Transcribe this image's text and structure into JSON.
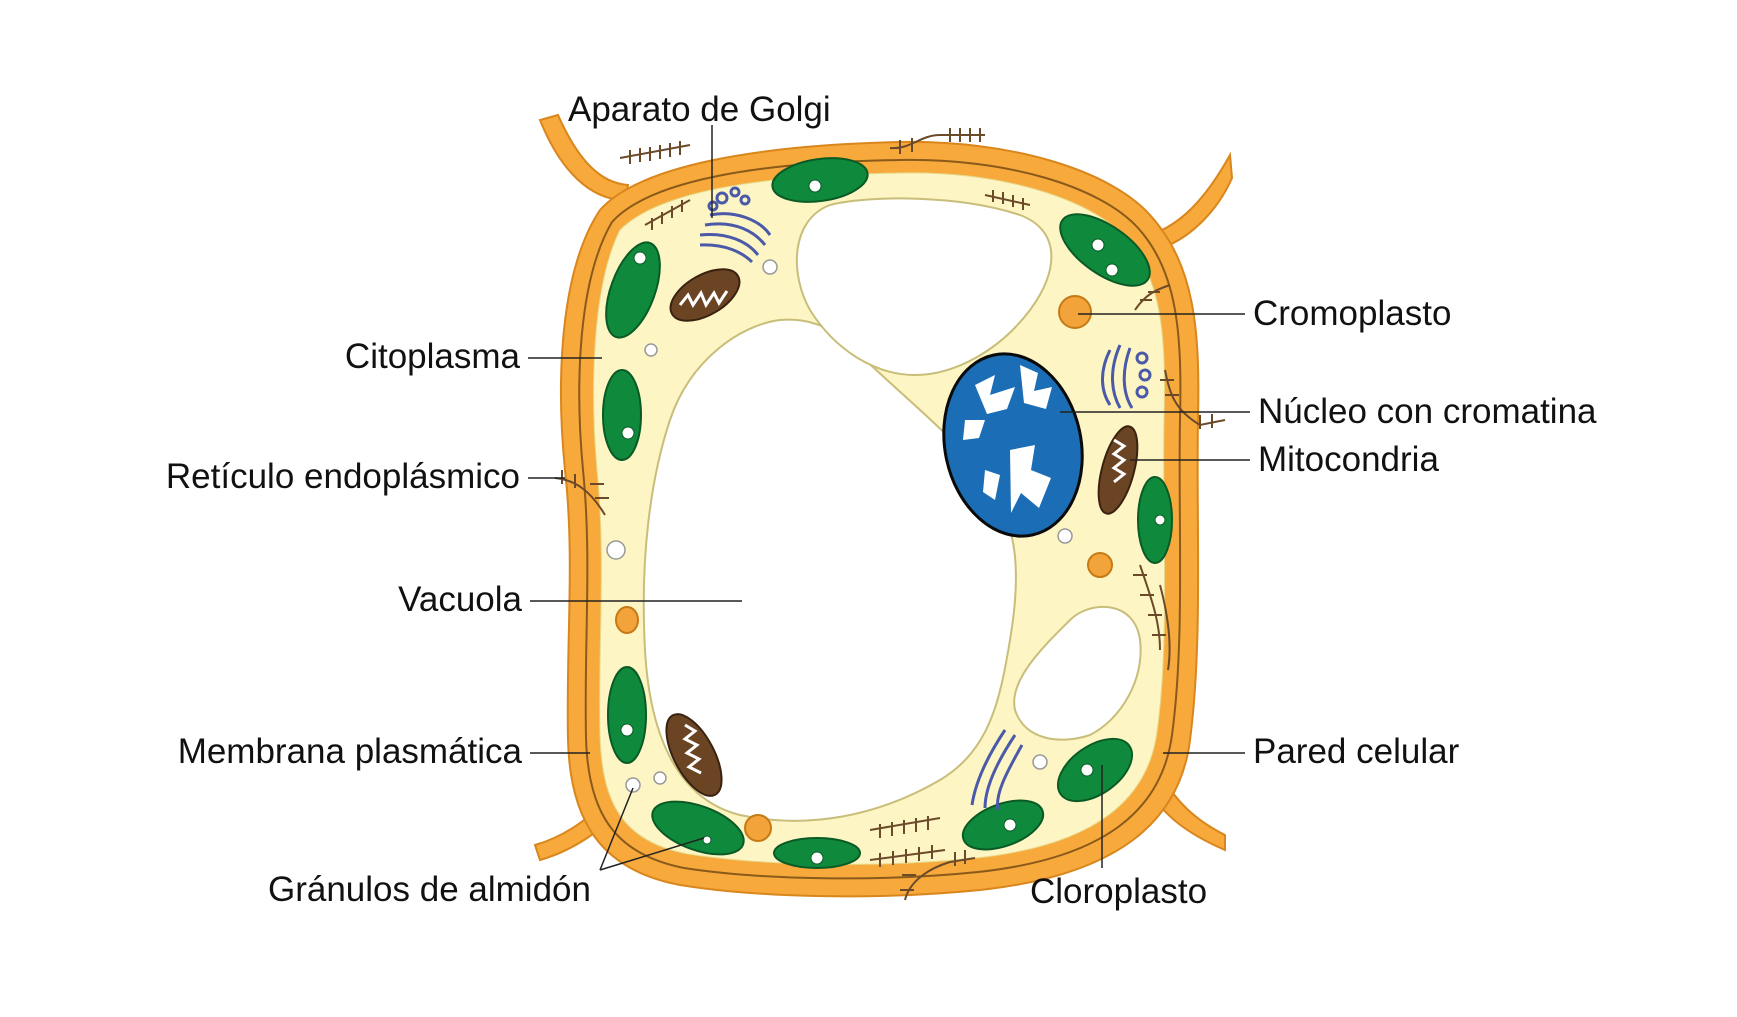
{
  "labels": {
    "golgi": "Aparato de Golgi",
    "cromoplasto": "Cromoplasto",
    "citoplasma": "Citoplasma",
    "nucleo": "Núcleo con cromatina",
    "mitocondria": "Mitocondria",
    "reticulo": "Retículo endoplásmico",
    "vacuola": "Vacuola",
    "membrana": "Membrana plasmática",
    "pared": "Pared celular",
    "granulos": "Gránulos de almidón",
    "cloroplasto": "Cloroplasto"
  },
  "colors": {
    "cell_wall": "#f7a93b",
    "cytoplasm": "#fdf5c4",
    "chloroplast": "#0f8a3c",
    "nucleus": "#1b6db5",
    "mitochondria": "#6b4424",
    "golgi": "#4a5aa8",
    "chromoplast": "#f2a33a",
    "er": "#6b4a2a"
  }
}
